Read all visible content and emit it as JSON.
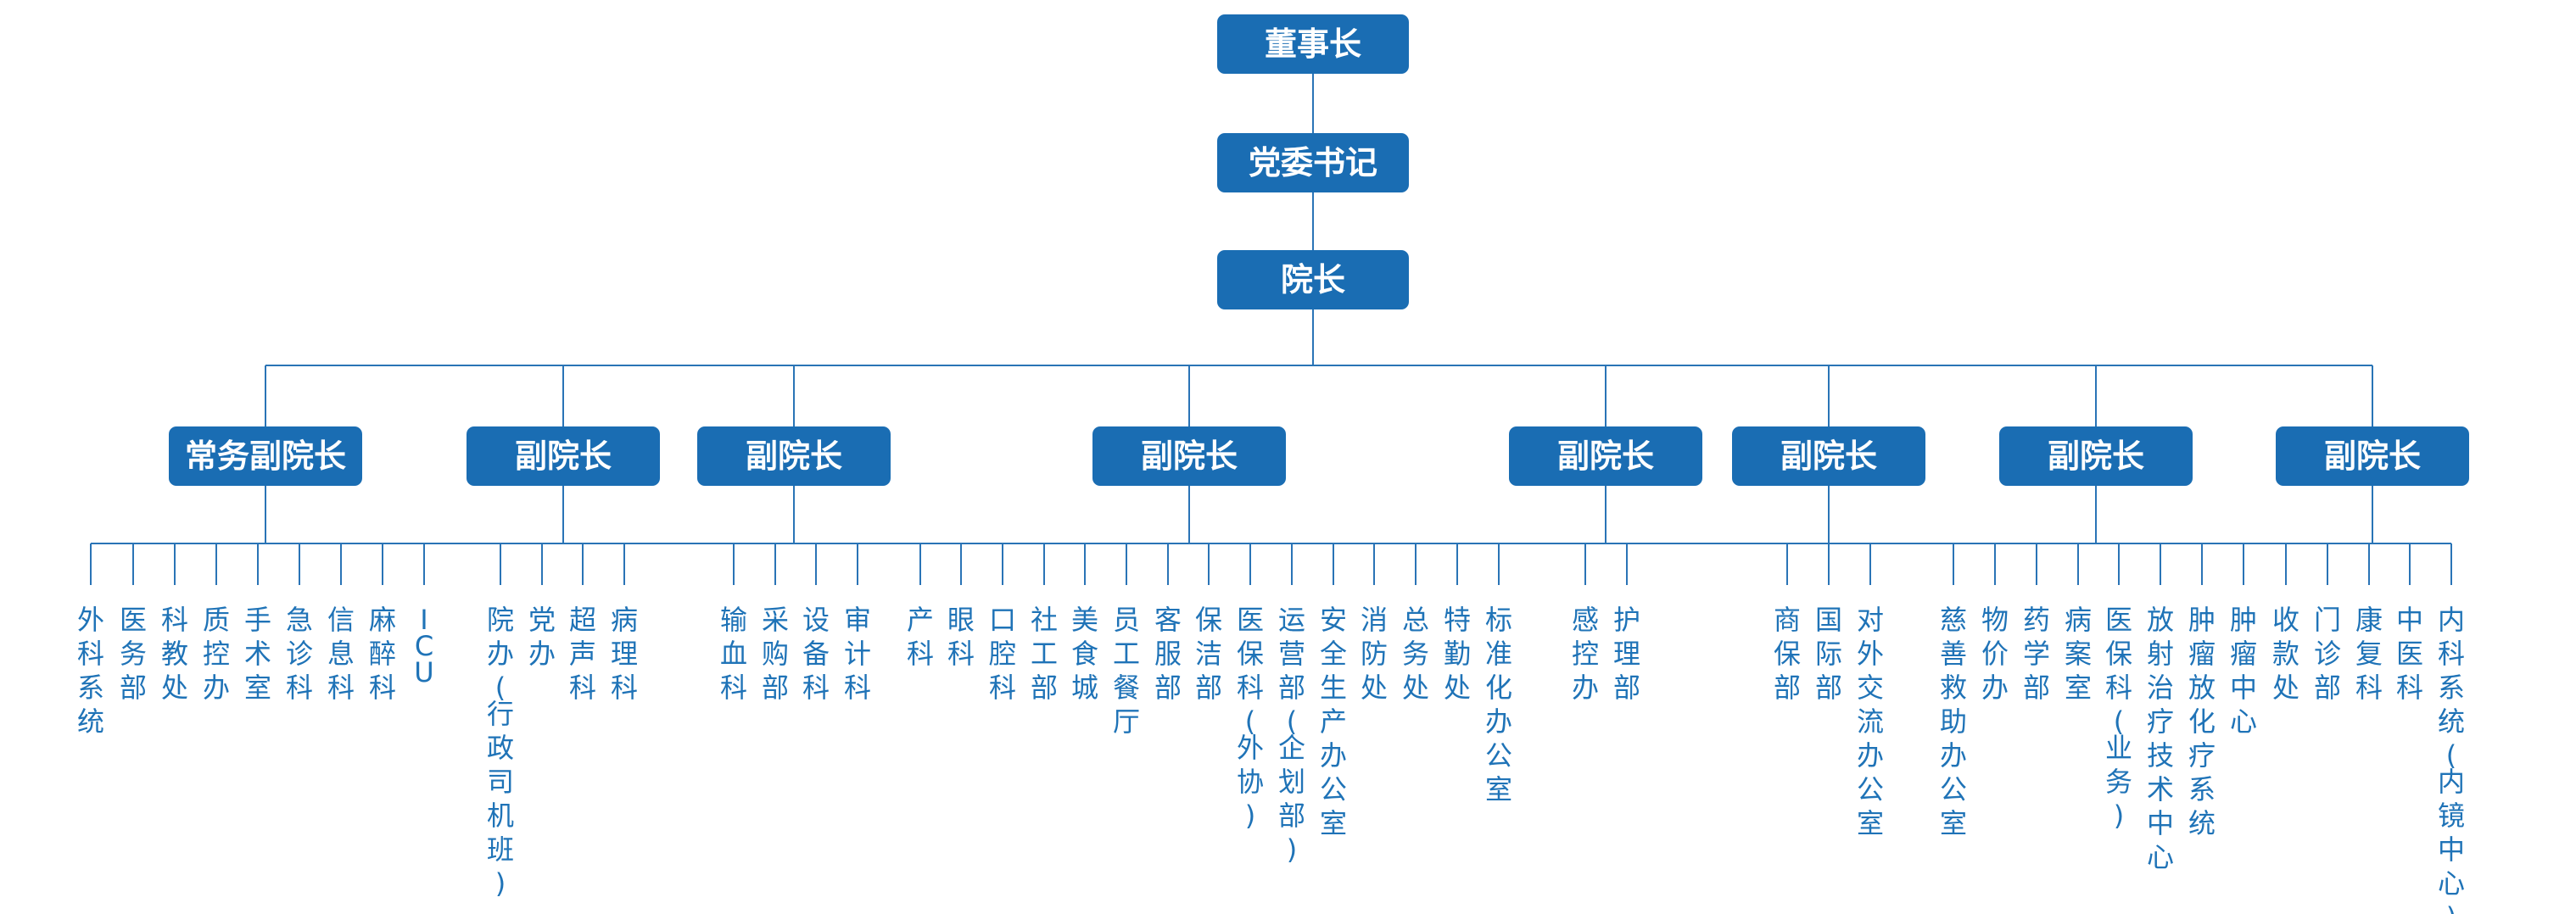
{
  "colors": {
    "box": "#1a6db3",
    "line": "#2a74b6",
    "text": "#1f73b7"
  },
  "top_chain": [
    "董事长",
    "党委书记",
    "院长"
  ],
  "vice_presidents": [
    {
      "title": "常务副院长",
      "depts": [
        "外科系统",
        "医务部",
        "科教处",
        "质控办",
        "手术室",
        "急诊科",
        "信息科",
        "麻醉科",
        "ICU"
      ]
    },
    {
      "title": "副院长",
      "depts": [
        "院办(行政司机班)",
        "党办",
        "超声科",
        "病理科"
      ]
    },
    {
      "title": "副院长",
      "depts": [
        "输血科",
        "采购部",
        "设备科",
        "审计科"
      ]
    },
    {
      "title": "副院长",
      "depts": [
        "产科",
        "眼科",
        "口腔科",
        "社工部",
        "美食城",
        "员工餐厅",
        "客服部",
        "保洁部",
        "医保科(外协)",
        "运营部(企划部)",
        "安全生产办公室",
        "消防处",
        "总务处",
        "特勤处",
        "标准化办公室"
      ]
    },
    {
      "title": "副院长",
      "depts": [
        "感控办",
        "护理部"
      ]
    },
    {
      "title": "副院长",
      "depts": [
        "商保部",
        "国际部",
        "对外交流办公室"
      ]
    },
    {
      "title": "副院长",
      "depts": [
        "慈善救助办公室",
        "物价办",
        "药学部",
        "病案室",
        "医保科(业务)",
        "放射治疗技术中心",
        "肿瘤放化疗系统",
        "肿瘤中心"
      ]
    },
    {
      "title": "副院长",
      "depts": [
        "收款处",
        "门诊部",
        "康复科",
        "中医科",
        "内科系统(内镜中心)"
      ]
    }
  ]
}
